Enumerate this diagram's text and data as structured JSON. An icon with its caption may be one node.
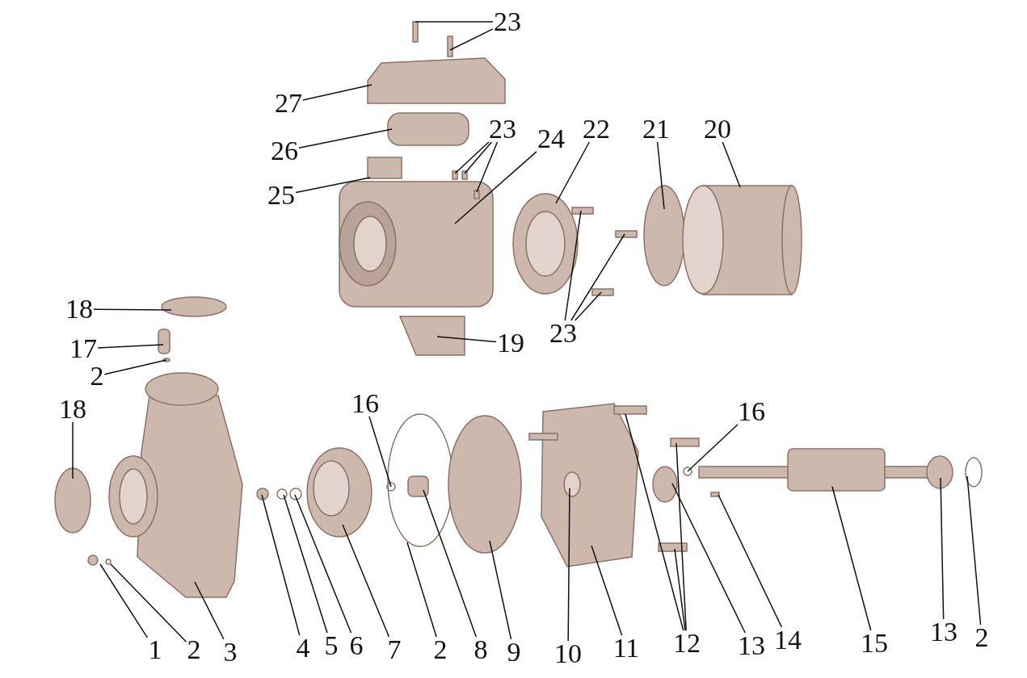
{
  "diagram": {
    "nodes": [
      {
        "text": [
          "23"
        ]
      },
      {
        "text": [
          "27"
        ]
      },
      {
        "text": [
          "26"
        ]
      },
      {
        "text": [
          "25"
        ]
      },
      {
        "text": [
          "23"
        ]
      },
      {
        "text": [
          "24"
        ]
      },
      {
        "text": [
          "22"
        ]
      },
      {
        "text": [
          "21"
        ]
      },
      {
        "text": [
          "20"
        ]
      },
      {
        "text": [
          "23"
        ]
      },
      {
        "text": [
          "19"
        ]
      },
      {
        "text": [
          "18"
        ]
      },
      {
        "text": [
          "17"
        ]
      },
      {
        "text": [
          "2"
        ]
      },
      {
        "text": [
          "18"
        ]
      },
      {
        "text": [
          "16"
        ]
      },
      {
        "text": [
          "1"
        ]
      },
      {
        "text": [
          "2"
        ]
      },
      {
        "text": [
          "3"
        ]
      },
      {
        "text": [
          "4"
        ]
      },
      {
        "text": [
          "5"
        ]
      },
      {
        "text": [
          "6"
        ]
      },
      {
        "text": [
          "7"
        ]
      },
      {
        "text": [
          "2"
        ]
      },
      {
        "text": [
          "8"
        ]
      },
      {
        "text": [
          "9"
        ]
      },
      {
        "text": [
          "10"
        ]
      },
      {
        "text": [
          "11"
        ]
      },
      {
        "text": [
          "12"
        ]
      },
      {
        "text": [
          "13"
        ]
      },
      {
        "text": [
          "14"
        ]
      },
      {
        "text": [
          "16"
        ]
      },
      {
        "text": [
          "15"
        ]
      },
      {
        "text": [
          "13"
        ]
      },
      {
        "text": [
          "2"
        ]
      }
    ],
    "edges": [
      {
        "from": 0,
        "to": null,
        "arrow": "none"
      },
      {
        "from": 0,
        "to": null,
        "arrow": "none"
      },
      {
        "from": 1,
        "to": null,
        "arrow": "none"
      },
      {
        "from": 2,
        "to": null,
        "arrow": "none"
      },
      {
        "from": 3,
        "to": null,
        "arrow": "none"
      },
      {
        "from": 4,
        "to": null,
        "arrow": "none"
      },
      {
        "from": 4,
        "to": null,
        "arrow": "none"
      },
      {
        "from": 4,
        "to": null,
        "arrow": "none"
      },
      {
        "from": 5,
        "to": null,
        "arrow": "none"
      },
      {
        "from": 6,
        "to": null,
        "arrow": "none"
      },
      {
        "from": 7,
        "to": null,
        "arrow": "none"
      },
      {
        "from": 8,
        "to": null,
        "arrow": "none"
      },
      {
        "from": 9,
        "to": null,
        "arrow": "none"
      },
      {
        "from": 9,
        "to": null,
        "arrow": "none"
      },
      {
        "from": 9,
        "to": null,
        "arrow": "none"
      },
      {
        "from": 10,
        "to": null,
        "arrow": "none"
      },
      {
        "from": 11,
        "to": null,
        "arrow": "none"
      },
      {
        "from": 12,
        "to": null,
        "arrow": "none"
      },
      {
        "from": 13,
        "to": null,
        "arrow": "none"
      },
      {
        "from": 14,
        "to": null,
        "arrow": "none"
      },
      {
        "from": 15,
        "to": null,
        "arrow": "none"
      },
      {
        "from": 16,
        "to": null,
        "arrow": "none"
      },
      {
        "from": 17,
        "to": null,
        "arrow": "none"
      },
      {
        "from": 18,
        "to": null,
        "arrow": "none"
      },
      {
        "from": 19,
        "to": null,
        "arrow": "none"
      },
      {
        "from": 20,
        "to": null,
        "arrow": "none"
      },
      {
        "from": 21,
        "to": null,
        "arrow": "none"
      },
      {
        "from": 22,
        "to": null,
        "arrow": "none"
      },
      {
        "from": 23,
        "to": null,
        "arrow": "none"
      },
      {
        "from": 24,
        "to": null,
        "arrow": "none"
      },
      {
        "from": 25,
        "to": null,
        "arrow": "none"
      },
      {
        "from": 26,
        "to": null,
        "arrow": "none"
      },
      {
        "from": 27,
        "to": null,
        "arrow": "none"
      },
      {
        "from": 28,
        "to": null,
        "arrow": "none"
      },
      {
        "from": 28,
        "to": null,
        "arrow": "none"
      },
      {
        "from": 28,
        "to": null,
        "arrow": "none"
      },
      {
        "from": 29,
        "to": null,
        "arrow": "none"
      },
      {
        "from": 30,
        "to": null,
        "arrow": "none"
      },
      {
        "from": 31,
        "to": null,
        "arrow": "none"
      },
      {
        "from": 32,
        "to": null,
        "arrow": "none"
      },
      {
        "from": 33,
        "to": null,
        "arrow": "none"
      },
      {
        "from": 34,
        "to": null,
        "arrow": "none"
      }
    ]
  }
}
